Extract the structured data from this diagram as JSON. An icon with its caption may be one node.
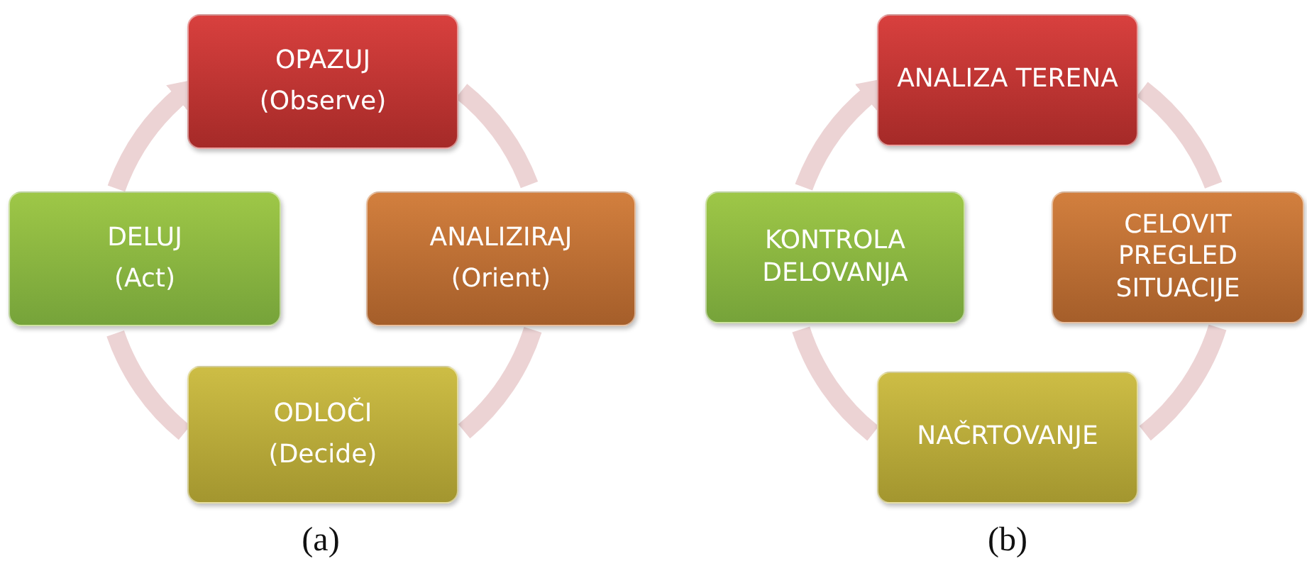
{
  "diagram": {
    "nodes": [
      {
        "text": [
          "OPAZUJ",
          "(Observe)"
        ]
      },
      {
        "text": [
          "DELUJ",
          "(Act)"
        ]
      },
      {
        "text": [
          "ANALIZIRAJ",
          "(Orient)"
        ]
      },
      {
        "text": [
          "ODLOČI",
          "(Decide)"
        ]
      },
      {
        "text": [
          "ANALIZA TERENA"
        ]
      },
      {
        "text": [
          "KONTROLA DELOVANJA"
        ]
      },
      {
        "text": [
          "CELOVIT PREGLED SITUACIJE"
        ]
      },
      {
        "text": [
          "NAČRTOVANJE"
        ]
      }
    ],
    "edges": [
      {
        "from": 0,
        "to": 2,
        "arrow": "none"
      },
      {
        "from": 2,
        "to": 3,
        "arrow": "none"
      },
      {
        "from": 3,
        "to": 1,
        "arrow": "none"
      },
      {
        "from": 1,
        "to": 0,
        "arrow": "to"
      },
      {
        "from": 4,
        "to": 6,
        "arrow": "none"
      },
      {
        "from": 6,
        "to": 7,
        "arrow": "none"
      },
      {
        "from": 7,
        "to": 5,
        "arrow": "none"
      },
      {
        "from": 5,
        "to": 4,
        "arrow": "to"
      }
    ],
    "labels": [
      "(a)",
      "(b)"
    ]
  }
}
